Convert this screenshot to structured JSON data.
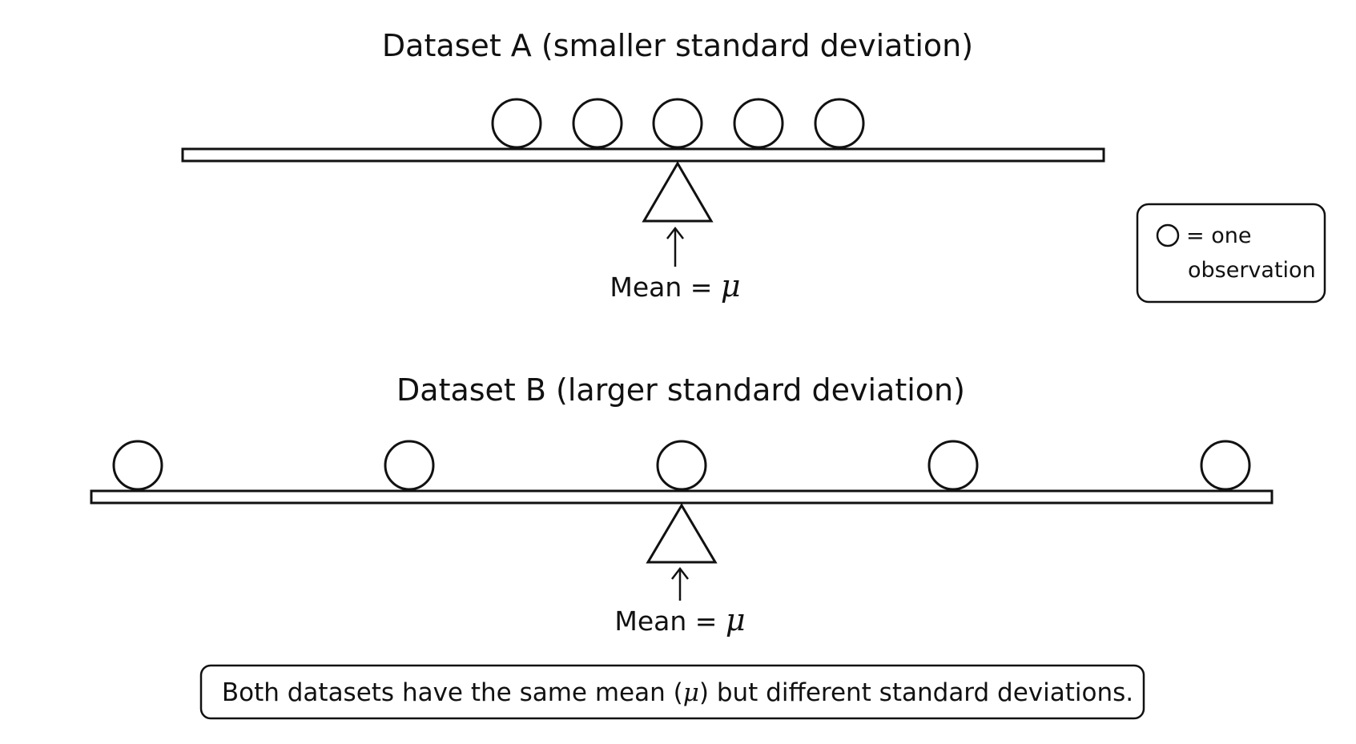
{
  "dataset_a": {
    "title": "Dataset A (smaller standard deviation)",
    "mean_label": "Mean = ",
    "mean_symbol": "μ",
    "observations": 5
  },
  "dataset_b": {
    "title": "Dataset B (larger standard deviation)",
    "mean_label": "Mean = ",
    "mean_symbol": "μ",
    "observations": 5
  },
  "legend": {
    "line1": "= one",
    "line2": "observation"
  },
  "note": {
    "before": "Both datasets have the same mean (",
    "symbol": "μ",
    "after": ") but different standard deviations."
  },
  "colors": {
    "stroke": "#111111",
    "background": "#ffffff"
  }
}
